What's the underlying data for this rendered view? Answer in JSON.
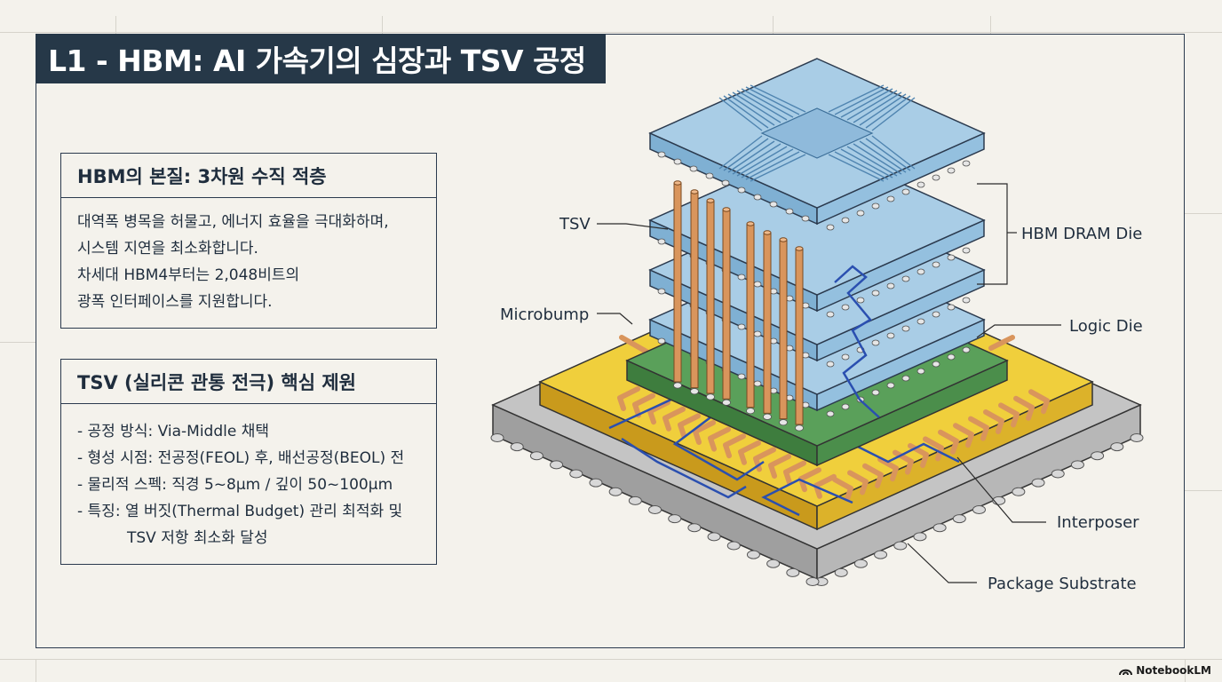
{
  "title": "L1 - HBM: AI 가속기의 심장과 TSV 공정",
  "essence_panel": {
    "heading": "HBM의 본질: 3차원 수직 적층",
    "lines": [
      "대역폭 병목을 허물고, 에너지 효율을 극대화하며,",
      "시스템 지연을 최소화합니다.",
      "차세대 HBM4부터는 2,048비트의",
      "광폭 인터페이스를 지원합니다."
    ]
  },
  "tsv_panel": {
    "heading": "TSV (실리콘 관통 전극) 핵심 제원",
    "items": [
      "- 공정 방식: Via-Middle 채택",
      "- 형성 시점: 전공정(FEOL) 후, 배선공정(BEOL) 전",
      "- 물리적 스펙: 직경 5~8μm / 깊이 50~100μm",
      "- 특징: 열 버짓(Thermal Budget) 관리 최적화 및",
      "TSV 저항 최소화 달성"
    ]
  },
  "diagram": {
    "labels": {
      "tsv": "TSV",
      "microbump": "Microbump",
      "hbm_dram_die": "HBM DRAM Die",
      "logic_die": "Logic Die",
      "interposer": "Interposer",
      "package_substrate": "Package Substrate"
    },
    "colors": {
      "dram_die": "#a9cde6",
      "logic_die": "#5aa05a",
      "interposer": "#f0cf3c",
      "substrate": "#c4c4c4",
      "tsv": "#d9955c",
      "signal_trace": "#2a4fb0"
    }
  },
  "brand": {
    "name": "NotebookLM",
    "icon": "notebooklm-logo-icon"
  }
}
